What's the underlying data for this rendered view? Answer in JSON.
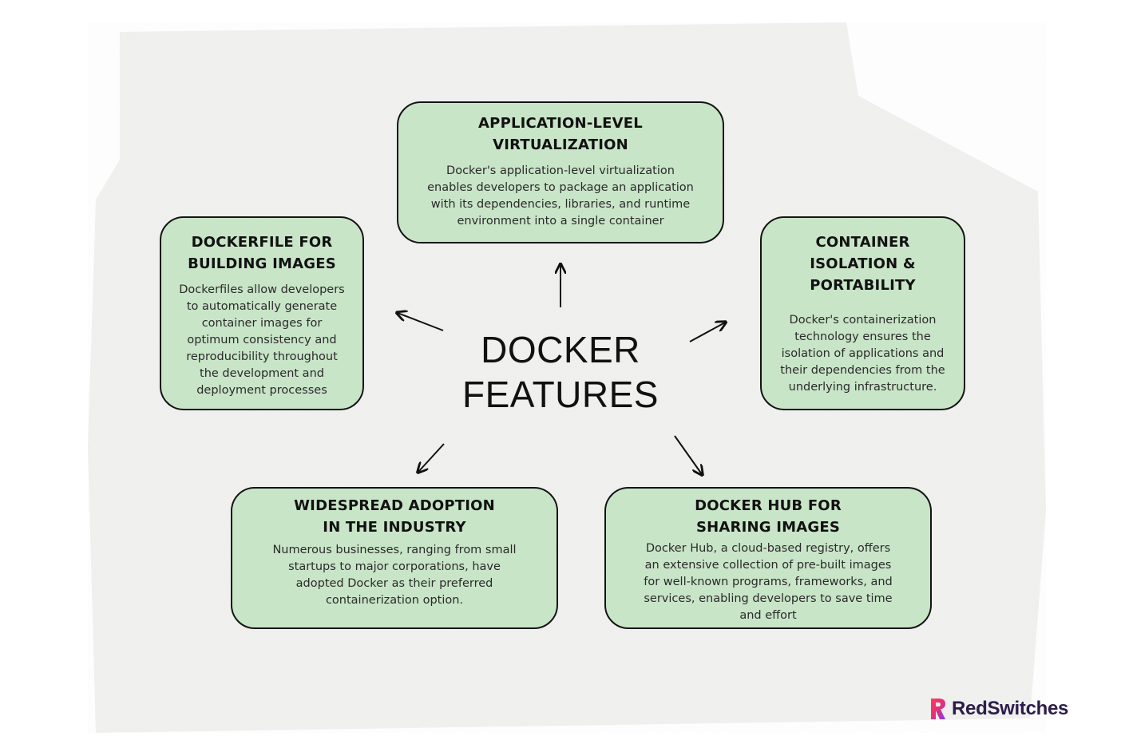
{
  "center": {
    "line1": "DOCKER",
    "line2": "FEATURES"
  },
  "cards": {
    "app_virtualization": {
      "title_line1": "APPLICATION-LEVEL",
      "title_line2": "VIRTUALIZATION",
      "desc_lines": [
        "Docker's application-level virtualization",
        "enables developers to package an application",
        "with its dependencies, libraries, and runtime",
        "environment into a single container"
      ]
    },
    "dockerfile": {
      "title_line1": "DOCKERFILE FOR",
      "title_line2": "BUILDING IMAGES",
      "desc_lines": [
        "Dockerfiles allow developers",
        "to automatically generate",
        "container images for",
        "optimum consistency and",
        "reproducibility throughout",
        "the development and",
        "deployment processes"
      ]
    },
    "isolation": {
      "title_line1": "CONTAINER",
      "title_line2": "ISOLATION &",
      "title_line3": "PORTABILITY",
      "desc_lines": [
        "Docker's containerization",
        "technology ensures the",
        "isolation of applications and",
        "their dependencies from the",
        "underlying infrastructure."
      ]
    },
    "adoption": {
      "title_line1": "WIDESPREAD ADOPTION",
      "title_line2": "IN THE INDUSTRY",
      "desc_lines": [
        "Numerous businesses, ranging from small",
        "startups to major corporations, have",
        "adopted Docker as their preferred",
        "containerization option."
      ]
    },
    "hub": {
      "title_line1": "DOCKER HUB FOR",
      "title_line2": "SHARING IMAGES",
      "desc_lines": [
        "Docker Hub, a cloud-based registry, offers",
        "an extensive collection of pre-built images",
        "for well-known programs, frameworks, and",
        "services, enabling developers to save time",
        "and effort"
      ]
    }
  },
  "brand": {
    "name": "RedSwitches",
    "icon": "redswitches-logo-icon"
  },
  "colors": {
    "card_fill": "#c9e5c8",
    "card_border": "#141414",
    "background": "#f2f2f2",
    "brand_text": "#2b1d4a"
  }
}
